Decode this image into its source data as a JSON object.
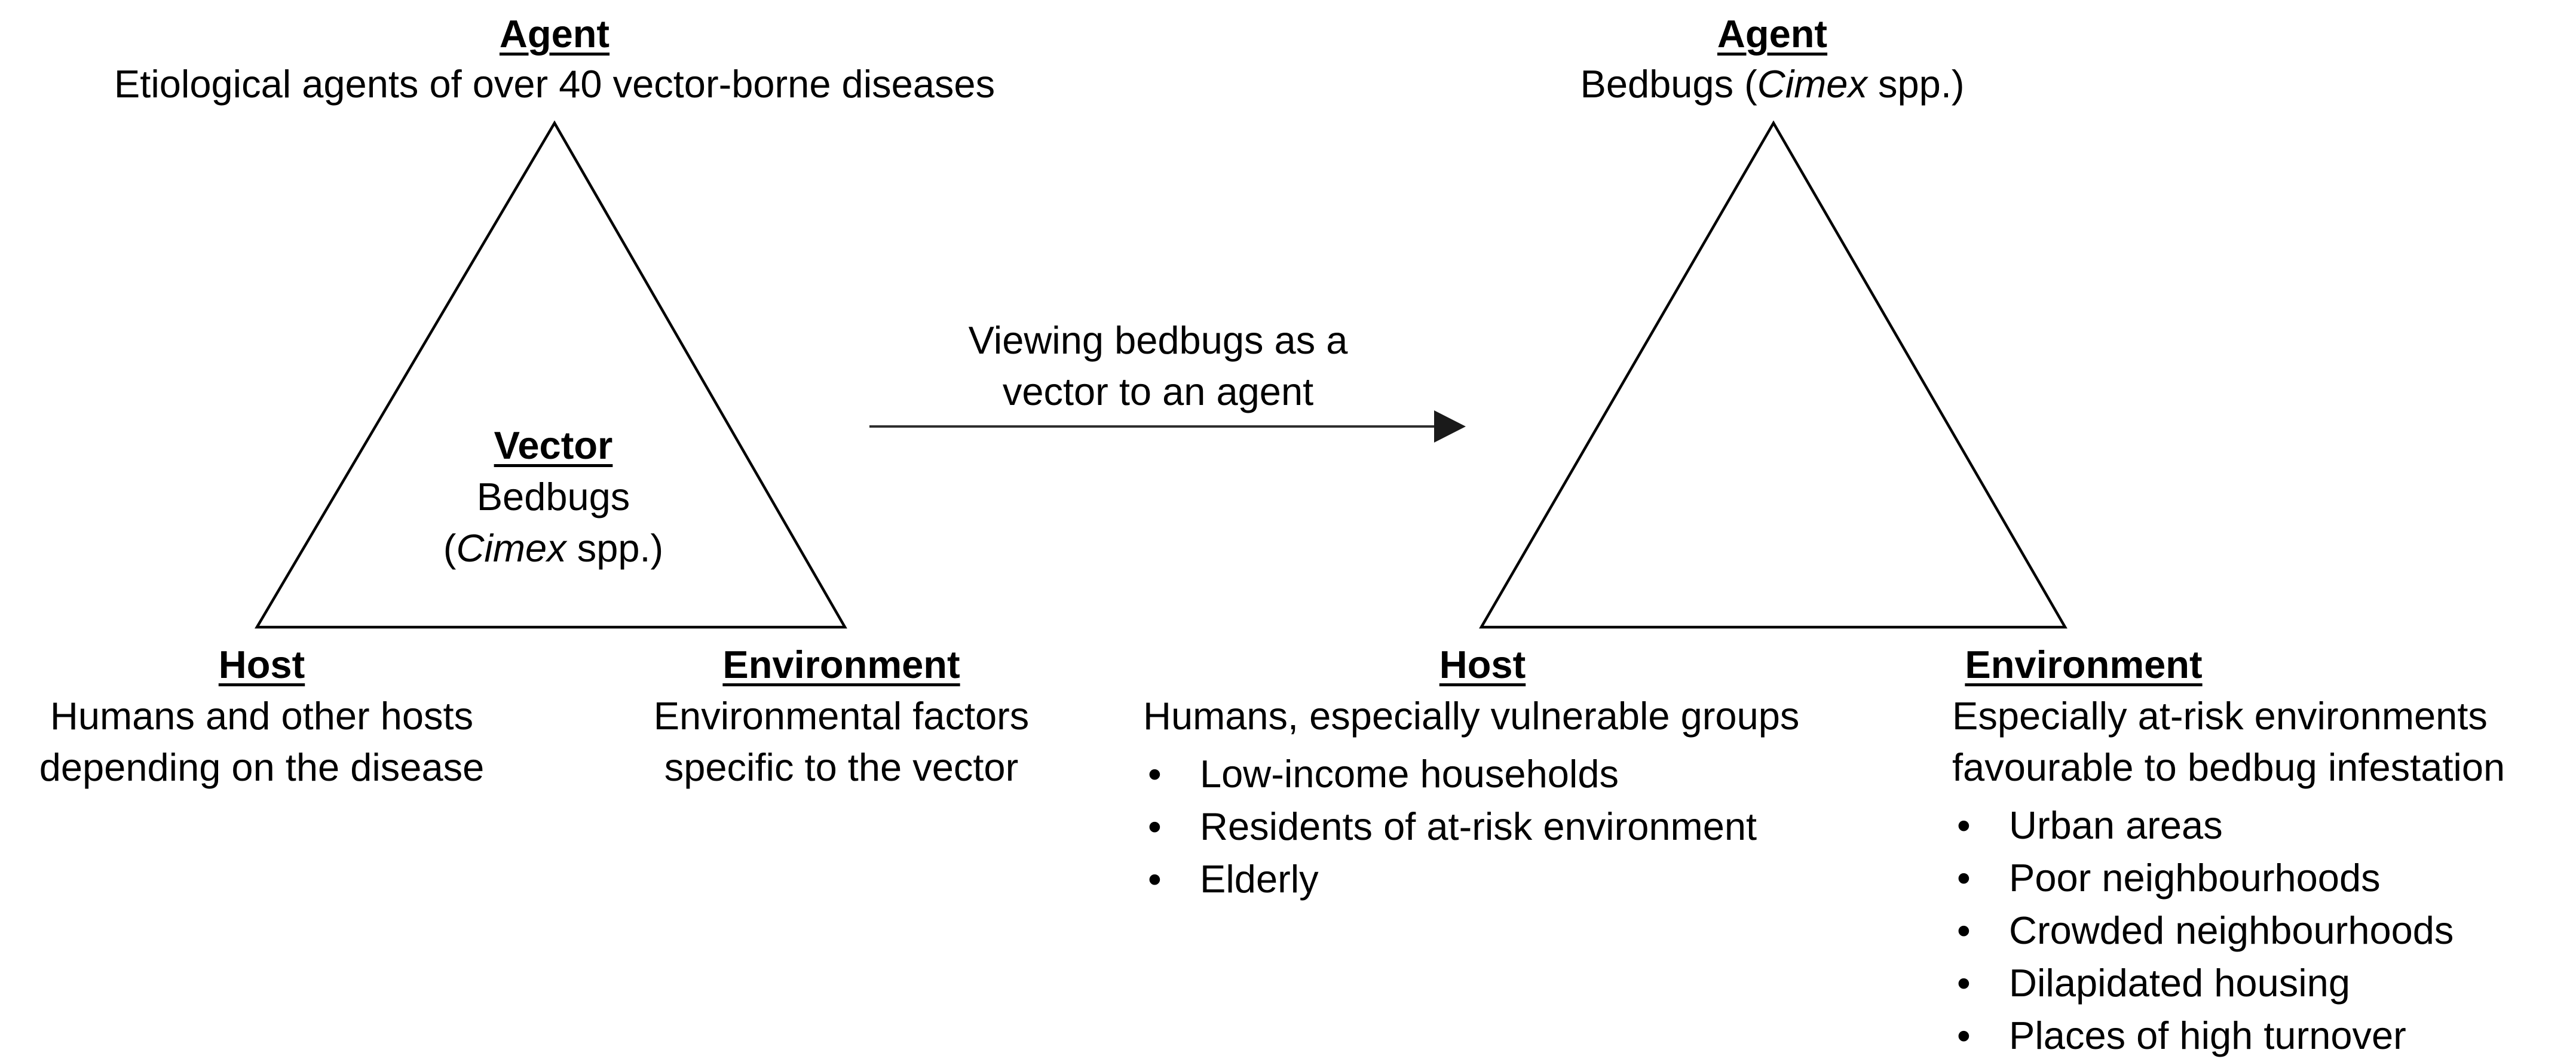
{
  "colors": {
    "background": "#ffffff",
    "text": "#000000",
    "triangle_stroke": "#000000",
    "arrow": "#2e2e2e"
  },
  "left_model": {
    "agent_heading": "Agent",
    "agent_subtitle": "Etiological agents of over 40 vector-borne diseases",
    "vector_heading": "Vector",
    "vector_line1": "Bedbugs",
    "vector_line2_prefix": "(",
    "vector_line2_species": "Cimex",
    "vector_line2_suffix": " spp.)",
    "host_heading": "Host",
    "host_line1": "Humans and other hosts",
    "host_line2": "depending on the disease",
    "environment_heading": "Environment",
    "environment_line1": "Environmental factors",
    "environment_line2": "specific to the vector"
  },
  "transition_arrow": {
    "label_line1": "Viewing bedbugs as a",
    "label_line2": "vector to an agent"
  },
  "right_model": {
    "agent_heading": "Agent",
    "agent_subtitle_prefix": "Bedbugs (",
    "agent_subtitle_species": "Cimex",
    "agent_subtitle_suffix": " spp.)",
    "host_heading": "Host",
    "host_intro": "Humans, especially vulnerable groups",
    "host_bullets": [
      "Low-income households",
      "Residents of at-risk environment",
      "Elderly"
    ],
    "environment_heading": "Environment",
    "environment_intro_line1": "Especially at-risk environments",
    "environment_intro_line2": "favourable to bedbug infestation",
    "environment_bullets": [
      "Urban areas",
      "Poor neighbourhoods",
      "Crowded neighbourhoods",
      "Dilapidated housing",
      "Places of high turnover"
    ]
  }
}
